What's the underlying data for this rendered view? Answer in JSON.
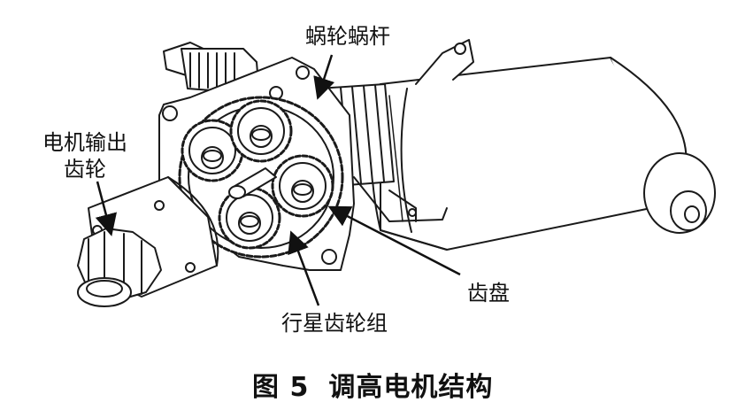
{
  "figure": {
    "caption_number": "图 5",
    "caption_title": "调高电机结构"
  },
  "labels": {
    "worm_gear": "蜗轮蜗杆",
    "motor_output_gear_line1": "电机输出",
    "motor_output_gear_line2": "齿轮",
    "gear_disc": "齿盘",
    "planetary_gear_set": "行星齿轮组"
  }
}
